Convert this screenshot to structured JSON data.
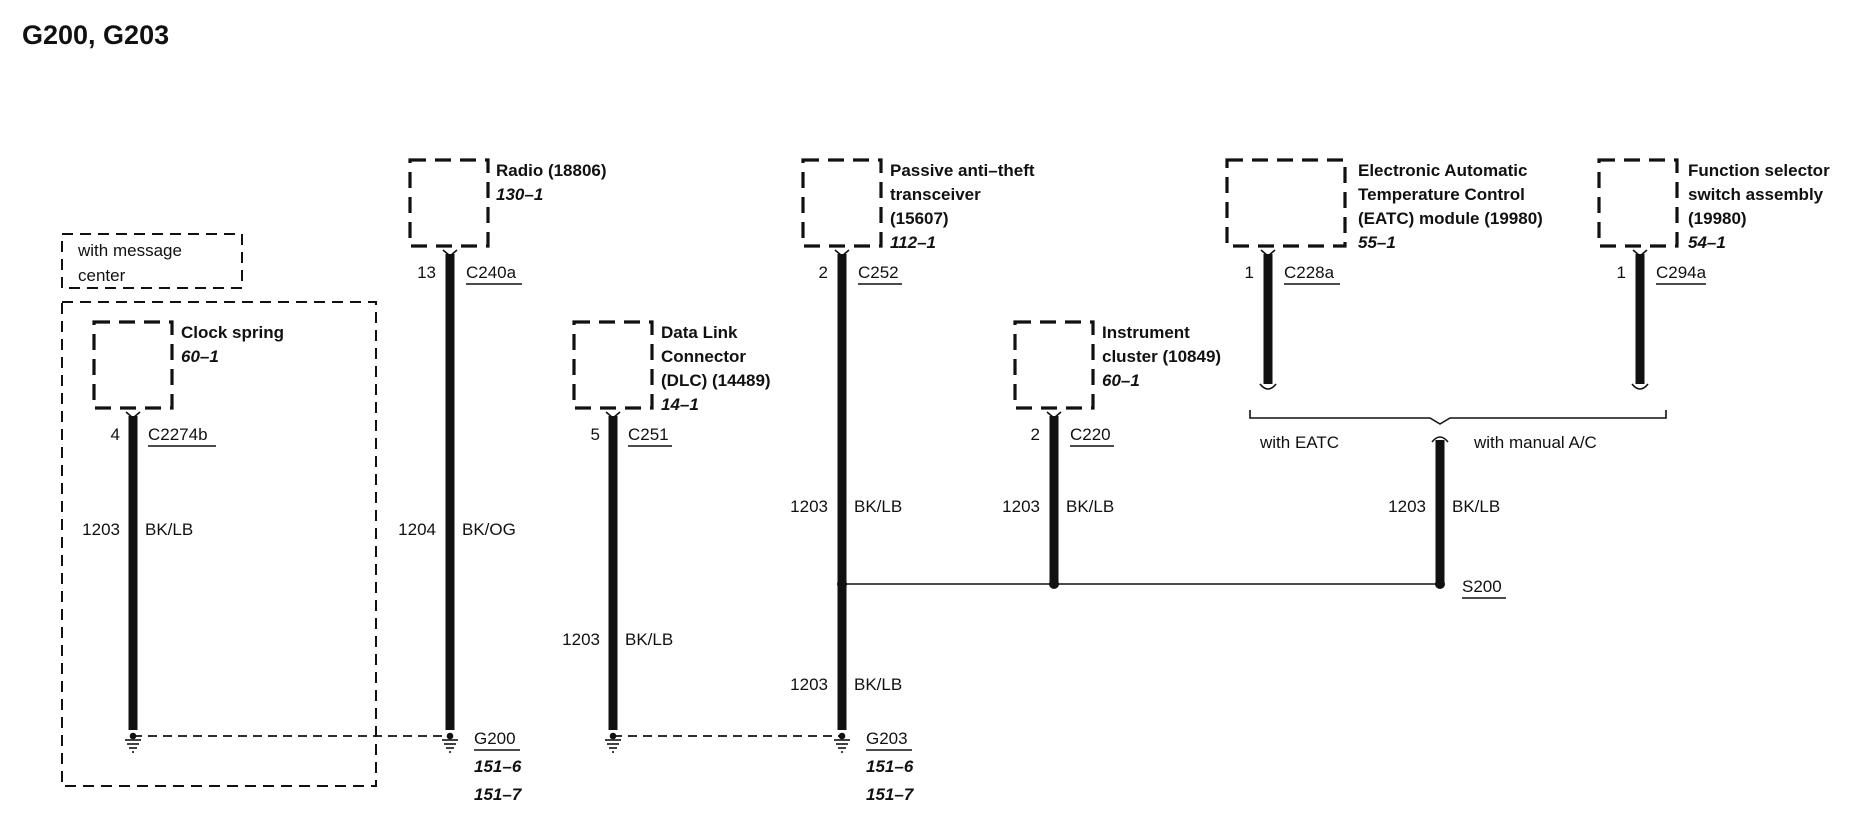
{
  "title": "G200, G203",
  "option_box": {
    "line1": "with message",
    "line2": "center"
  },
  "components": {
    "clock_spring": {
      "name_lines": [
        "Clock spring"
      ],
      "page": "60–1",
      "pin": "4",
      "connector": "C2274b",
      "circuit": "1203",
      "color": "BK/LB"
    },
    "radio": {
      "name_lines": [
        "Radio (18806)"
      ],
      "page": "130–1",
      "pin": "13",
      "connector": "C240a",
      "circuit": "1204",
      "color": "BK/OG"
    },
    "dlc": {
      "name_lines": [
        "Data Link",
        "Connector",
        "(DLC) (14489)"
      ],
      "page": "14–1",
      "pin": "5",
      "connector": "C251",
      "circuit": "1203",
      "color": "BK/LB"
    },
    "pats": {
      "name_lines": [
        "Passive anti–theft",
        "transceiver",
        "(15607)"
      ],
      "page": "112–1",
      "pin": "2",
      "connector": "C252",
      "circuit_upper": "1203",
      "color_upper": "BK/LB",
      "circuit_lower": "1203",
      "color_lower": "BK/LB"
    },
    "cluster": {
      "name_lines": [
        "Instrument",
        "cluster (10849)"
      ],
      "page": "60–1",
      "pin": "2",
      "connector": "C220",
      "circuit": "1203",
      "color": "BK/LB"
    },
    "eatc": {
      "name_lines": [
        "Electronic Automatic",
        "Temperature Control",
        "(EATC) module (19980)"
      ],
      "page": "55–1",
      "pin": "1",
      "connector": "C228a"
    },
    "fss": {
      "name_lines": [
        "Function selector",
        "switch assembly",
        "(19980)"
      ],
      "page": "54–1",
      "pin": "1",
      "connector": "C294a"
    }
  },
  "options": {
    "left": "with EATC",
    "right": "with manual A/C"
  },
  "splice": {
    "label": "S200",
    "circuit": "1203",
    "color": "BK/LB"
  },
  "grounds": {
    "g200": {
      "label": "G200",
      "pages": [
        "151–6",
        "151–7"
      ]
    },
    "g203": {
      "label": "G203",
      "pages": [
        "151–6",
        "151–7"
      ]
    }
  }
}
